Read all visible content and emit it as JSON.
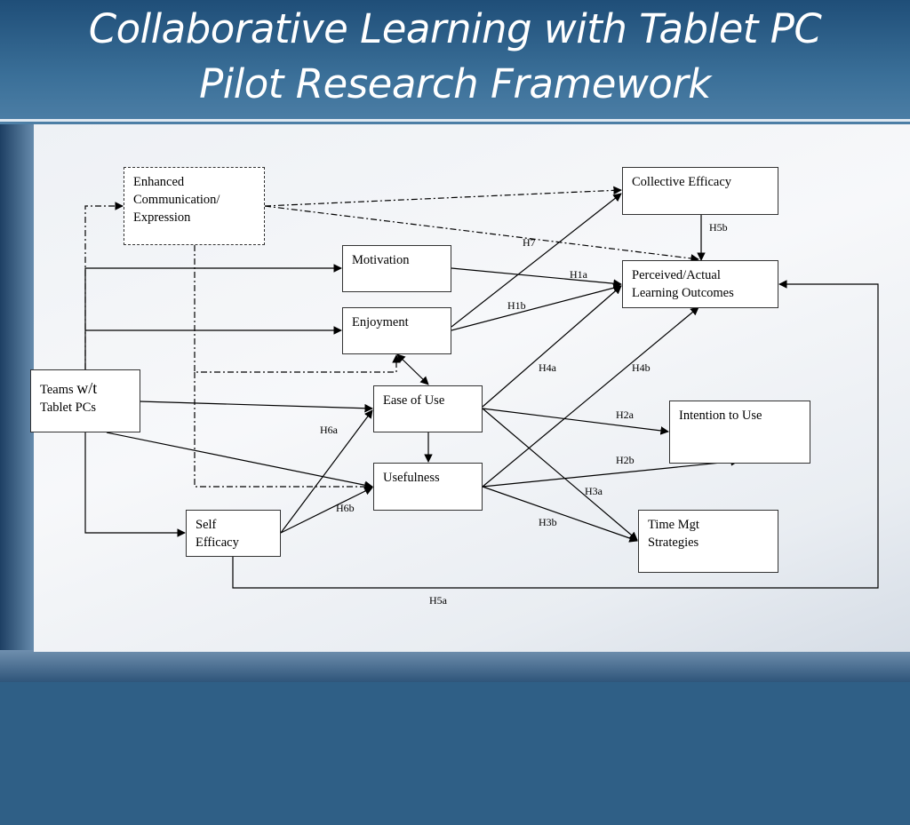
{
  "slide": {
    "title_line1": "Collaborative Learning with Tablet PC",
    "title_line2": "Pilot Research Framework"
  },
  "diagram": {
    "boxes": {
      "enhanced": "Enhanced\nCommunication/\nExpression",
      "collective": "Collective Efficacy",
      "motivation": "Motivation",
      "enjoyment": "Enjoyment",
      "perceived": "Perceived/Actual\nLearning Outcomes",
      "teams_a": "Teams ",
      "teams_b": "w/t",
      "teams_c": "Tablet PCs",
      "ease": "Ease of Use",
      "intention": "Intention to Use",
      "usefulness": "Usefulness",
      "self": "Self\nEfficacy",
      "time": "Time Mgt\nStrategies"
    },
    "labels": {
      "h7": "H7",
      "h5b": "H5b",
      "h1a": "H1a",
      "h1b": "H1b",
      "h4a": "H4a",
      "h4b": "H4b",
      "h2a": "H2a",
      "h6a": "H6a",
      "h2b": "H2b",
      "h3a": "H3a",
      "h6b": "H6b",
      "h3b": "H3b",
      "h5a": "H5a"
    }
  }
}
